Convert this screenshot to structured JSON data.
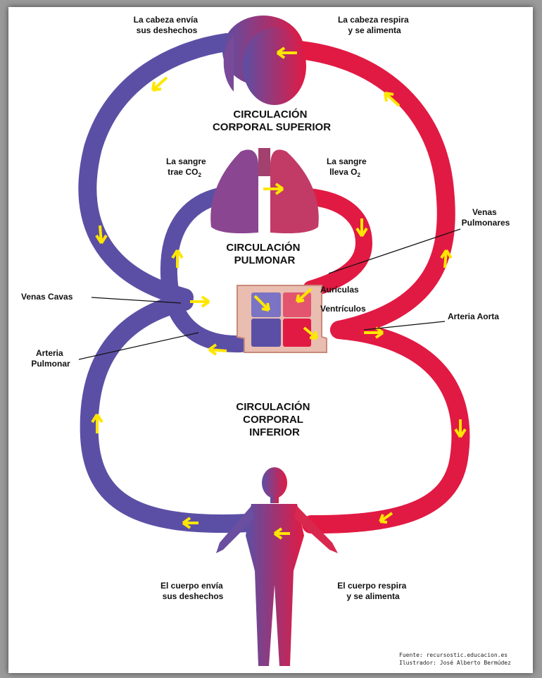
{
  "colors": {
    "venous": "#5b4fa5",
    "arterial": "#e11a43",
    "mixed": "#9a3a7a",
    "arrow": "#ffe600",
    "heart_outer": "#e9bdb0"
  },
  "labels": {
    "head_sends_left": [
      "La cabeza envía",
      "sus deshechos"
    ],
    "head_breathes_right": [
      "La cabeza respira",
      "y se alimenta"
    ],
    "upper_circulation": [
      "CIRCULACIÓN",
      "CORPORAL SUPERIOR"
    ],
    "blood_brings_co2": [
      "La sangre",
      "trae CO",
      "2"
    ],
    "blood_carries_o2": [
      "La sangre",
      "lleva O",
      "2"
    ],
    "pulmonary_veins": [
      "Venas",
      "Pulmonares"
    ],
    "pulmonary_circulation": [
      "CIRCULACIÓN",
      "PULMONAR"
    ],
    "vena_cava": "Venas Cavas",
    "atria": "Aurículas",
    "ventricles": "Ventrículos",
    "aorta": "Arteria Aorta",
    "pulmonary_artery": [
      "Arteria",
      "Pulmonar"
    ],
    "lower_circulation": [
      "CIRCULACIÓN",
      "CORPORAL",
      "INFERIOR"
    ],
    "body_sends_left": [
      "El cuerpo envía",
      "sus deshechos"
    ],
    "body_breathes_right": [
      "El cuerpo respira",
      "y se alimenta"
    ]
  },
  "credits": [
    "Fuente: recursostic.educacion.es",
    "Ilustrador: José Alberto Bermúdez"
  ]
}
